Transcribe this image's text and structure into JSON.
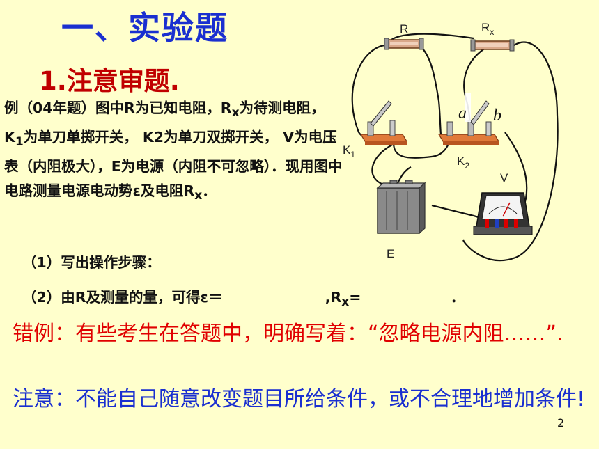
{
  "title": "一、实验题",
  "subtitle": "1.注意审题.",
  "problem": {
    "p1": "例（04年题）图中R为已知电阻，R",
    "p1_sub": "x",
    "p2": "为待测电阻，K",
    "p2_sub": "1",
    "p3": "为单刀单掷开关，  K2为单刀双掷开关，  V为电压表（内阻极大），E为电源（内阻不可忽略）．现用图中电路测量电源电动势ε及电阻R",
    "p3_sub": "x",
    "p4": "．"
  },
  "step1": "（1）写出操作步骤：",
  "step2": {
    "a": "（2）由R及测量的量，可得ε＝",
    "b": ",R",
    "b_sub": "x",
    "c": "=",
    "d": "．"
  },
  "wrong": "错例：有些考生在答题中，明确写着：“忽略电源内阻……”.",
  "note": "注意：不能自己随意改变题目所给条件，或不合理地增加条件!",
  "page_number": "2",
  "circuit": {
    "R": "R",
    "Rx_main": "R",
    "Rx_sub": "x",
    "a": "a",
    "b": "b",
    "K1_main": "K",
    "K1_sub": "1",
    "K2_main": "K",
    "K2_sub": "2",
    "V": "V",
    "E": "E"
  },
  "colors": {
    "title": "#1a2fd0",
    "subtitle": "#c00000",
    "wrong": "#e00000",
    "note": "#1a2fd0",
    "background": "#ffffcc"
  }
}
